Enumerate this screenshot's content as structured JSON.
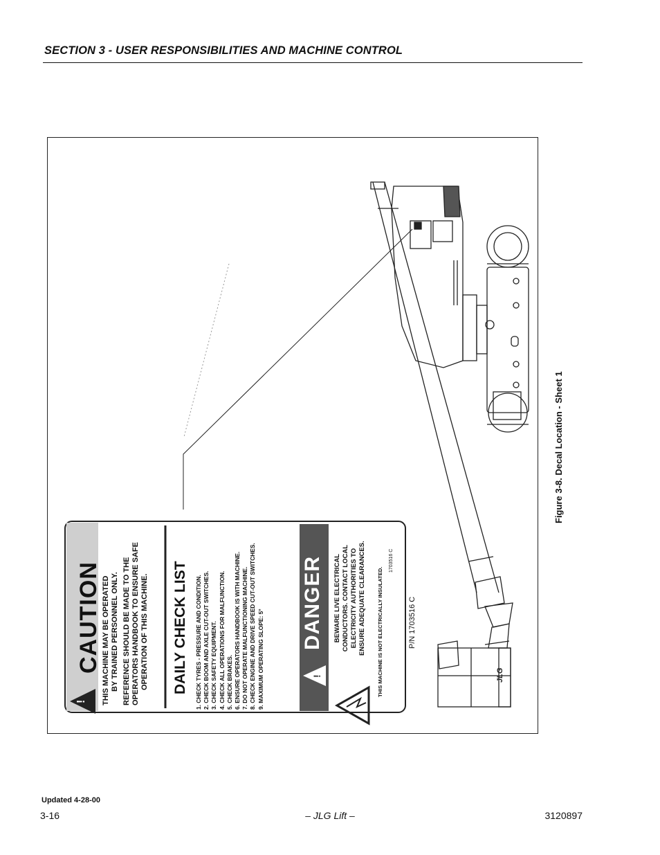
{
  "header": {
    "title": "SECTION 3 - USER RESPONSIBILITIES AND MACHINE CONTROL"
  },
  "figure": {
    "caption": "Figure 3-8.  Decal Location - Sheet 1",
    "decal_part_number": "P/N 1703516 C",
    "brand_logo_text": "JLG",
    "caution_panel": {
      "heading": "CAUTION",
      "lines": [
        "THIS MACHINE MAY BE OPERATED",
        "BY TRAINED PERSONNEL ONLY.",
        "REFERENCE SHOULD BE MADE TO THE",
        "OPERATORS HANDBOOK TO ENSURE SAFE",
        "OPERATION OF THIS MACHINE."
      ]
    },
    "checklist_panel": {
      "heading": "DAILY CHECK LIST",
      "items": [
        "1.  CHECK TYRES - PRESSURE AND CONDITION.",
        "2.  CHECK BOOM AND AXLE CUT-OUT SWITCHES.",
        "3.  CHECK SAFETY EQUIPMENT.",
        "4.  CHECK ALL OPERATIONS FOR MALFUNCTION.",
        "5.  CHECK BRAKES.",
        "6.  ENSURE OPERATORS HANDBOOK IS WITH MACHINE.",
        "7.  DO NOT OPERATE MALFUNCTIONING MACHINE.",
        "8.  CHECK ENGINE AND DRIVE SPEED CUT-OUT SWITCHES.",
        "9.  MAXIMUM OPERATING SLOPE: 5°"
      ]
    },
    "danger_panel": {
      "heading": "DANGER",
      "lines": [
        "BEWARE LIVE ELECTRICAL",
        "CONDUCTORS. CONTACT LOCAL",
        "ELECTRICITY AUTHORITIES TO",
        "ENSURE ADEQUATE CLEARANCES."
      ],
      "footer": "THIS MACHINE IS NOT ELECTRICALLY INSULATED.",
      "code": "1703516 C"
    }
  },
  "footer": {
    "updated": "Updated 4-28-00",
    "page": "3-16",
    "center": "– JLG Lift –",
    "doc_number": "3120897"
  }
}
